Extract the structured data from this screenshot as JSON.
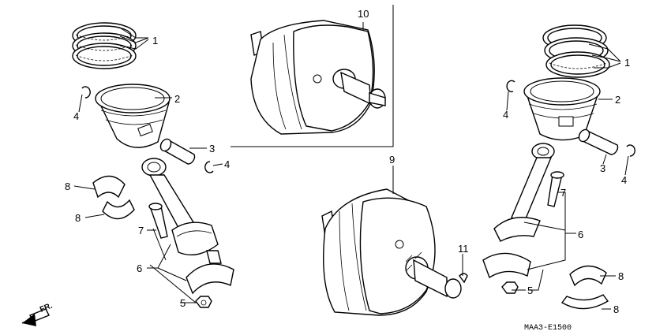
{
  "callouts": {
    "c1_left": "1",
    "c2_left": "2",
    "c3_left": "3",
    "c4_left_top": "4",
    "c4_left_mid": "4",
    "c8_left_top": "8",
    "c8_left_bot": "8",
    "c7_left": "7",
    "c6_left": "6",
    "c5_left": "5",
    "c10": "10",
    "c9": "9",
    "c11": "11",
    "c1_right": "1",
    "c2_right": "2",
    "c3_right": "3",
    "c4_right_top": "4",
    "c4_right_bot": "4",
    "c7_right": "7",
    "c6_right": "6",
    "c5_right": "5",
    "c8_right_top": "8",
    "c8_right_bot": "8"
  },
  "direction_label": "FR.",
  "diagram_code": "MAA3-E1500"
}
